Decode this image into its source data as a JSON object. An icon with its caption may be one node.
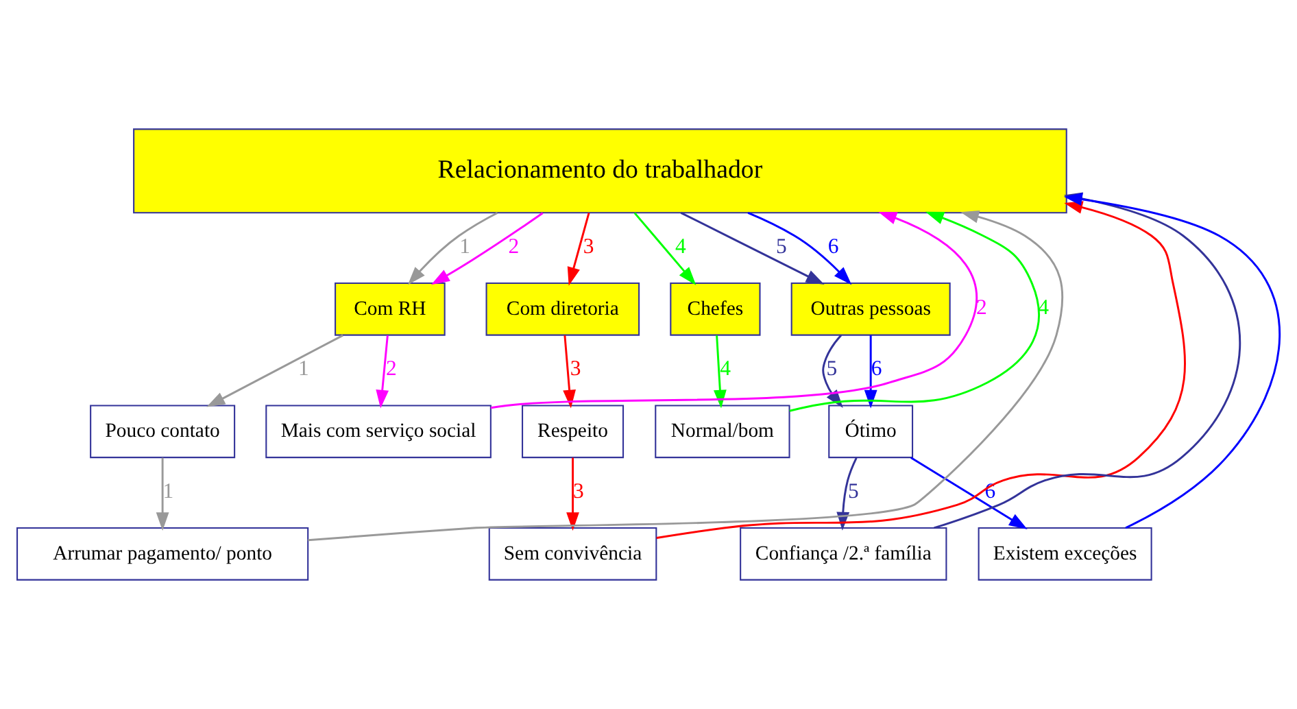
{
  "diagram": {
    "nodes": [
      {
        "text": [
          "Relacionamento do trabalhador"
        ]
      },
      {
        "text": [
          "Com RH"
        ]
      },
      {
        "text": [
          "Com diretoria"
        ]
      },
      {
        "text": [
          "Chefes"
        ]
      },
      {
        "text": [
          "Outras pessoas"
        ]
      },
      {
        "text": [
          "Pouco contato"
        ]
      },
      {
        "text": [
          "Mais com serviço social"
        ]
      },
      {
        "text": [
          "Respeito"
        ]
      },
      {
        "text": [
          "Normal/bom"
        ]
      },
      {
        "text": [
          "Ótimo"
        ]
      },
      {
        "text": [
          "Arrumar pagamento/ ponto"
        ]
      },
      {
        "text": [
          "Sem convivência"
        ]
      },
      {
        "text": [
          "Confiança /2.ª família"
        ]
      },
      {
        "text": [
          "Existem exceções"
        ]
      }
    ],
    "edges": [
      {
        "from": 0,
        "to": 1,
        "arrow": "to",
        "label": "1",
        "color": "#999999"
      },
      {
        "from": 0,
        "to": 1,
        "arrow": "to",
        "label": "2",
        "color": "#ff00ff"
      },
      {
        "from": 0,
        "to": 2,
        "arrow": "to",
        "label": "3",
        "color": "#ff0000"
      },
      {
        "from": 0,
        "to": 3,
        "arrow": "to",
        "label": "4",
        "color": "#00ff00"
      },
      {
        "from": 0,
        "to": 4,
        "arrow": "to",
        "label": "5",
        "color": "#333399"
      },
      {
        "from": 0,
        "to": 4,
        "arrow": "to",
        "label": "6",
        "color": "#0000ff"
      },
      {
        "from": 1,
        "to": 5,
        "arrow": "to",
        "label": "1",
        "color": "#999999"
      },
      {
        "from": 1,
        "to": 6,
        "arrow": "to",
        "label": "2",
        "color": "#ff00ff"
      },
      {
        "from": 2,
        "to": 7,
        "arrow": "to",
        "label": "3",
        "color": "#ff0000"
      },
      {
        "from": 3,
        "to": 8,
        "arrow": "to",
        "label": "4",
        "color": "#00ff00"
      },
      {
        "from": 4,
        "to": 9,
        "arrow": "to",
        "label": "5",
        "color": "#333399"
      },
      {
        "from": 4,
        "to": 9,
        "arrow": "to",
        "label": "6",
        "color": "#0000ff"
      },
      {
        "from": 5,
        "to": 10,
        "arrow": "to",
        "label": "1",
        "color": "#999999"
      },
      {
        "from": 6,
        "to": 0,
        "arrow": "to",
        "label": "2",
        "color": "#ff00ff"
      },
      {
        "from": 7,
        "to": 11,
        "arrow": "to",
        "label": "3",
        "color": "#ff0000"
      },
      {
        "from": 8,
        "to": 0,
        "arrow": "to",
        "label": "4",
        "color": "#00ff00"
      },
      {
        "from": 9,
        "to": 12,
        "arrow": "to",
        "label": "5",
        "color": "#333399"
      },
      {
        "from": 9,
        "to": 13,
        "arrow": "to",
        "label": "6",
        "color": "#0000ff"
      },
      {
        "from": 10,
        "to": 0,
        "arrow": "to",
        "color": "#999999"
      },
      {
        "from": 11,
        "to": 0,
        "arrow": "to",
        "color": "#ff0000"
      },
      {
        "from": 12,
        "to": 0,
        "arrow": "to",
        "color": "#333399"
      },
      {
        "from": 13,
        "to": 0,
        "arrow": "to",
        "color": "#0000ff"
      }
    ]
  }
}
